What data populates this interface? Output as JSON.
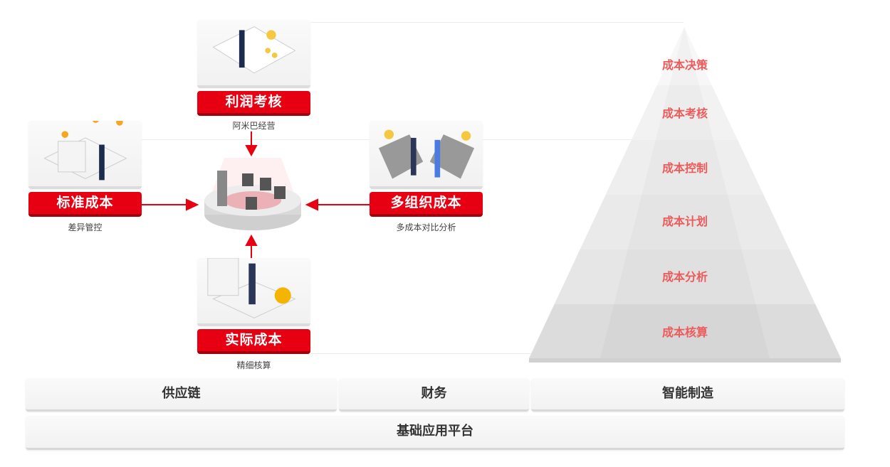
{
  "modules": {
    "top": {
      "title": "利润考核",
      "subtitle": "阿米巴经营"
    },
    "left": {
      "title": "标准成本",
      "subtitle": "差异管控"
    },
    "right": {
      "title": "多组织成本",
      "subtitle": "多成本对比分析"
    },
    "bottom": {
      "title": "实际成本",
      "subtitle": "精细核算"
    }
  },
  "pyramid": {
    "tiers": [
      "成本决策",
      "成本考核",
      "成本控制",
      "成本计划",
      "成本分析",
      "成本核算"
    ],
    "text_color": "#ee5a5a"
  },
  "platform": {
    "row1": [
      "供应链",
      "财务",
      "智能制造"
    ],
    "row2": "基础应用平台"
  },
  "colors": {
    "accent": "#e60012"
  }
}
